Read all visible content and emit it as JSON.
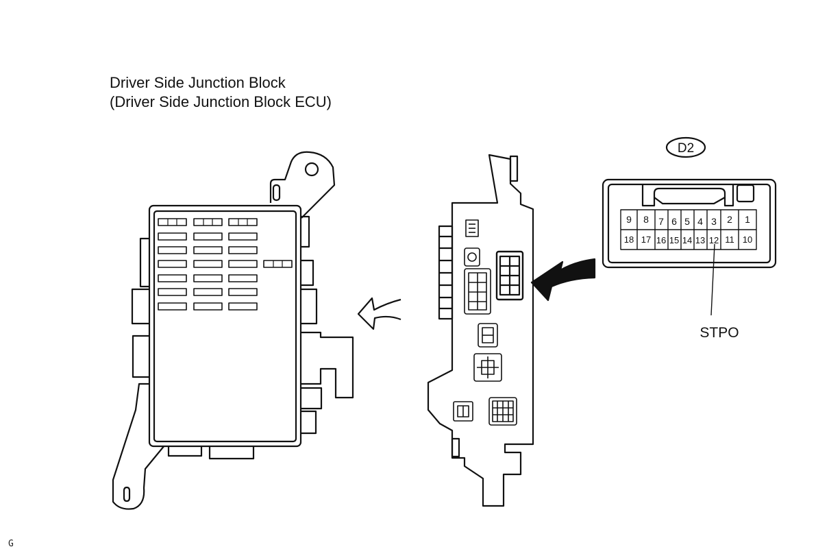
{
  "header": {
    "title_line1": "Driver Side Junction Block",
    "title_line2": "(Driver Side Junction Block ECU)"
  },
  "connector": {
    "id": "D2",
    "pins_top_row": [
      "9",
      "8",
      "7",
      "6",
      "5",
      "4",
      "3",
      "2",
      "1"
    ],
    "pins_bottom_row": [
      "18",
      "17",
      "16",
      "15",
      "14",
      "13",
      "12",
      "11",
      "10"
    ],
    "callout_label": "STPO"
  },
  "footer": {
    "code": "G"
  }
}
